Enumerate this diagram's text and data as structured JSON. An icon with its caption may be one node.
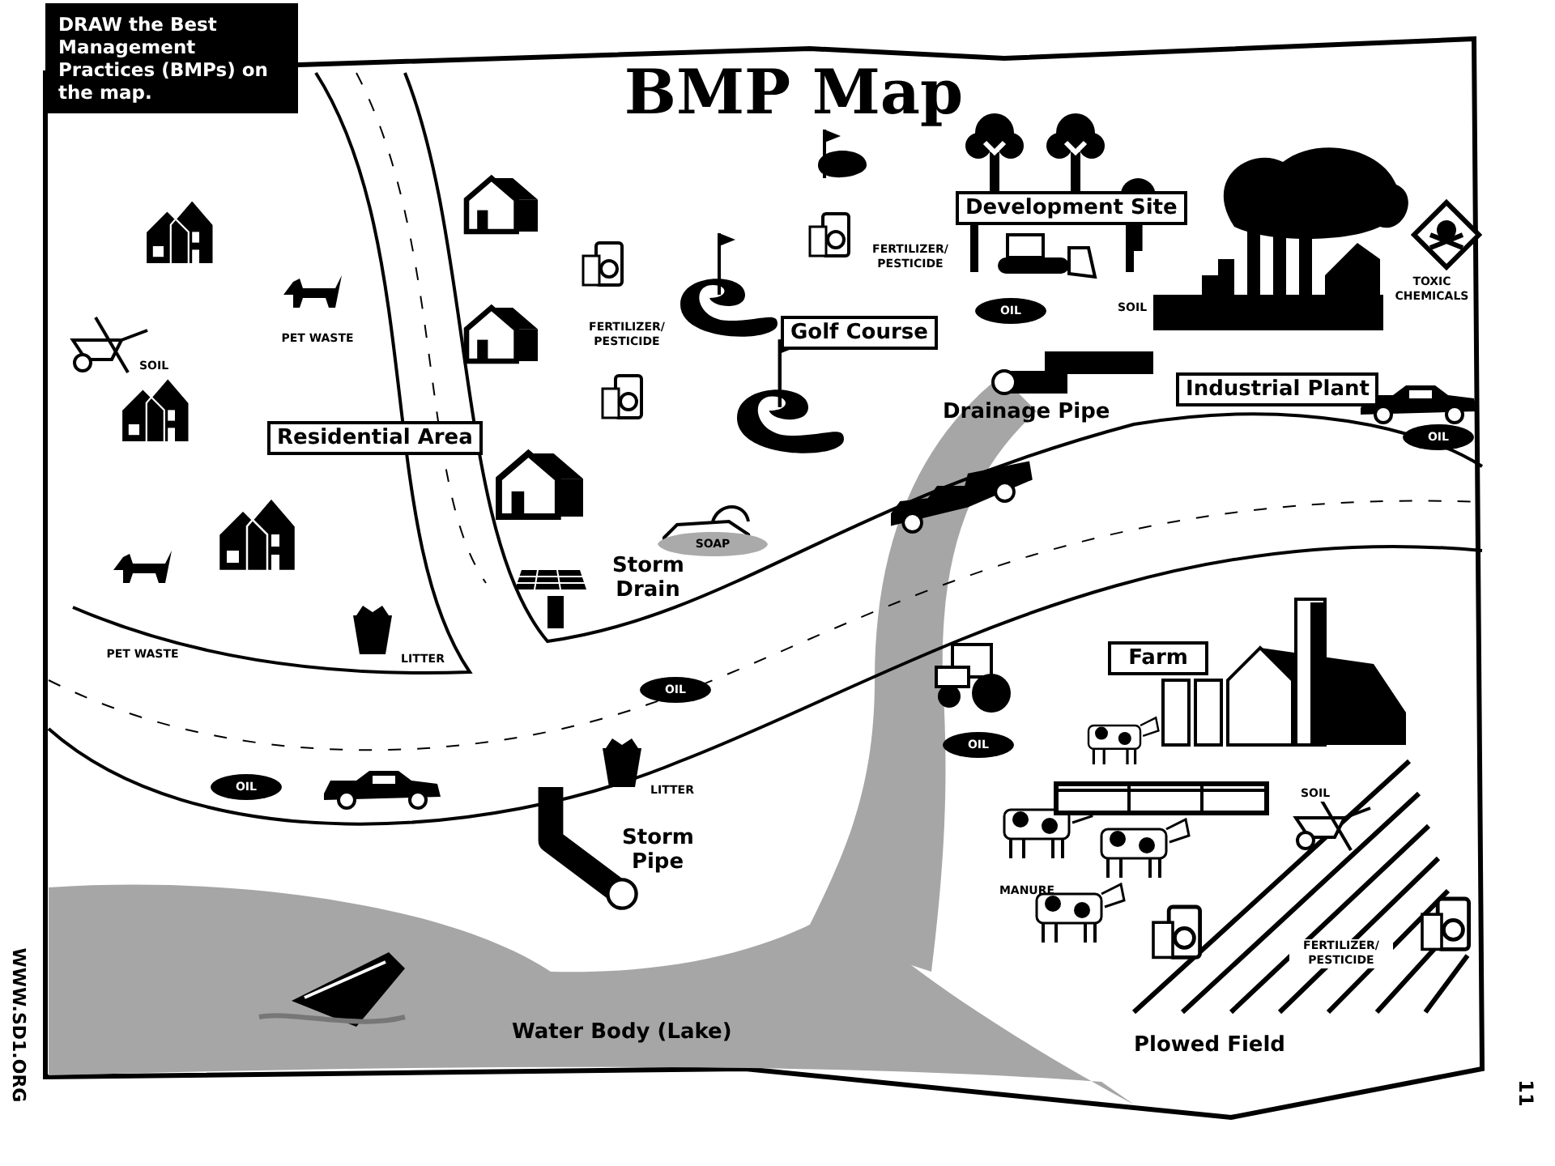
{
  "diagram": {
    "title": "BMP Map",
    "nodes": [
      {
        "text": [
          "DRAW the Best Management Practices (BMPs) on the map."
        ]
      },
      {
        "text": [
          "Residential Area"
        ]
      },
      {
        "text": [
          "Golf Course"
        ]
      },
      {
        "text": [
          "Development Site"
        ]
      },
      {
        "text": [
          "Industrial Plant"
        ]
      },
      {
        "text": [
          "Farm"
        ]
      }
    ],
    "labels": [
      "PET WASTE",
      "SOIL",
      "FERTILIZER/ PESTICIDE",
      "FERTILIZER/ PESTICIDE",
      "SOIL",
      "OIL",
      "TOXIC CHEMICALS",
      "Drainage Pipe",
      "OIL",
      "SOAP",
      "Storm Drain",
      "PET WASTE",
      "LITTER",
      "OIL",
      "OIL",
      "MANURE",
      "SOIL",
      "OIL",
      "LITTER",
      "Storm Pipe",
      "FERTILIZER/ PESTICIDE",
      "Water Body (Lake)",
      "Plowed Field",
      "WWW.SD1.ORG",
      "11"
    ]
  }
}
